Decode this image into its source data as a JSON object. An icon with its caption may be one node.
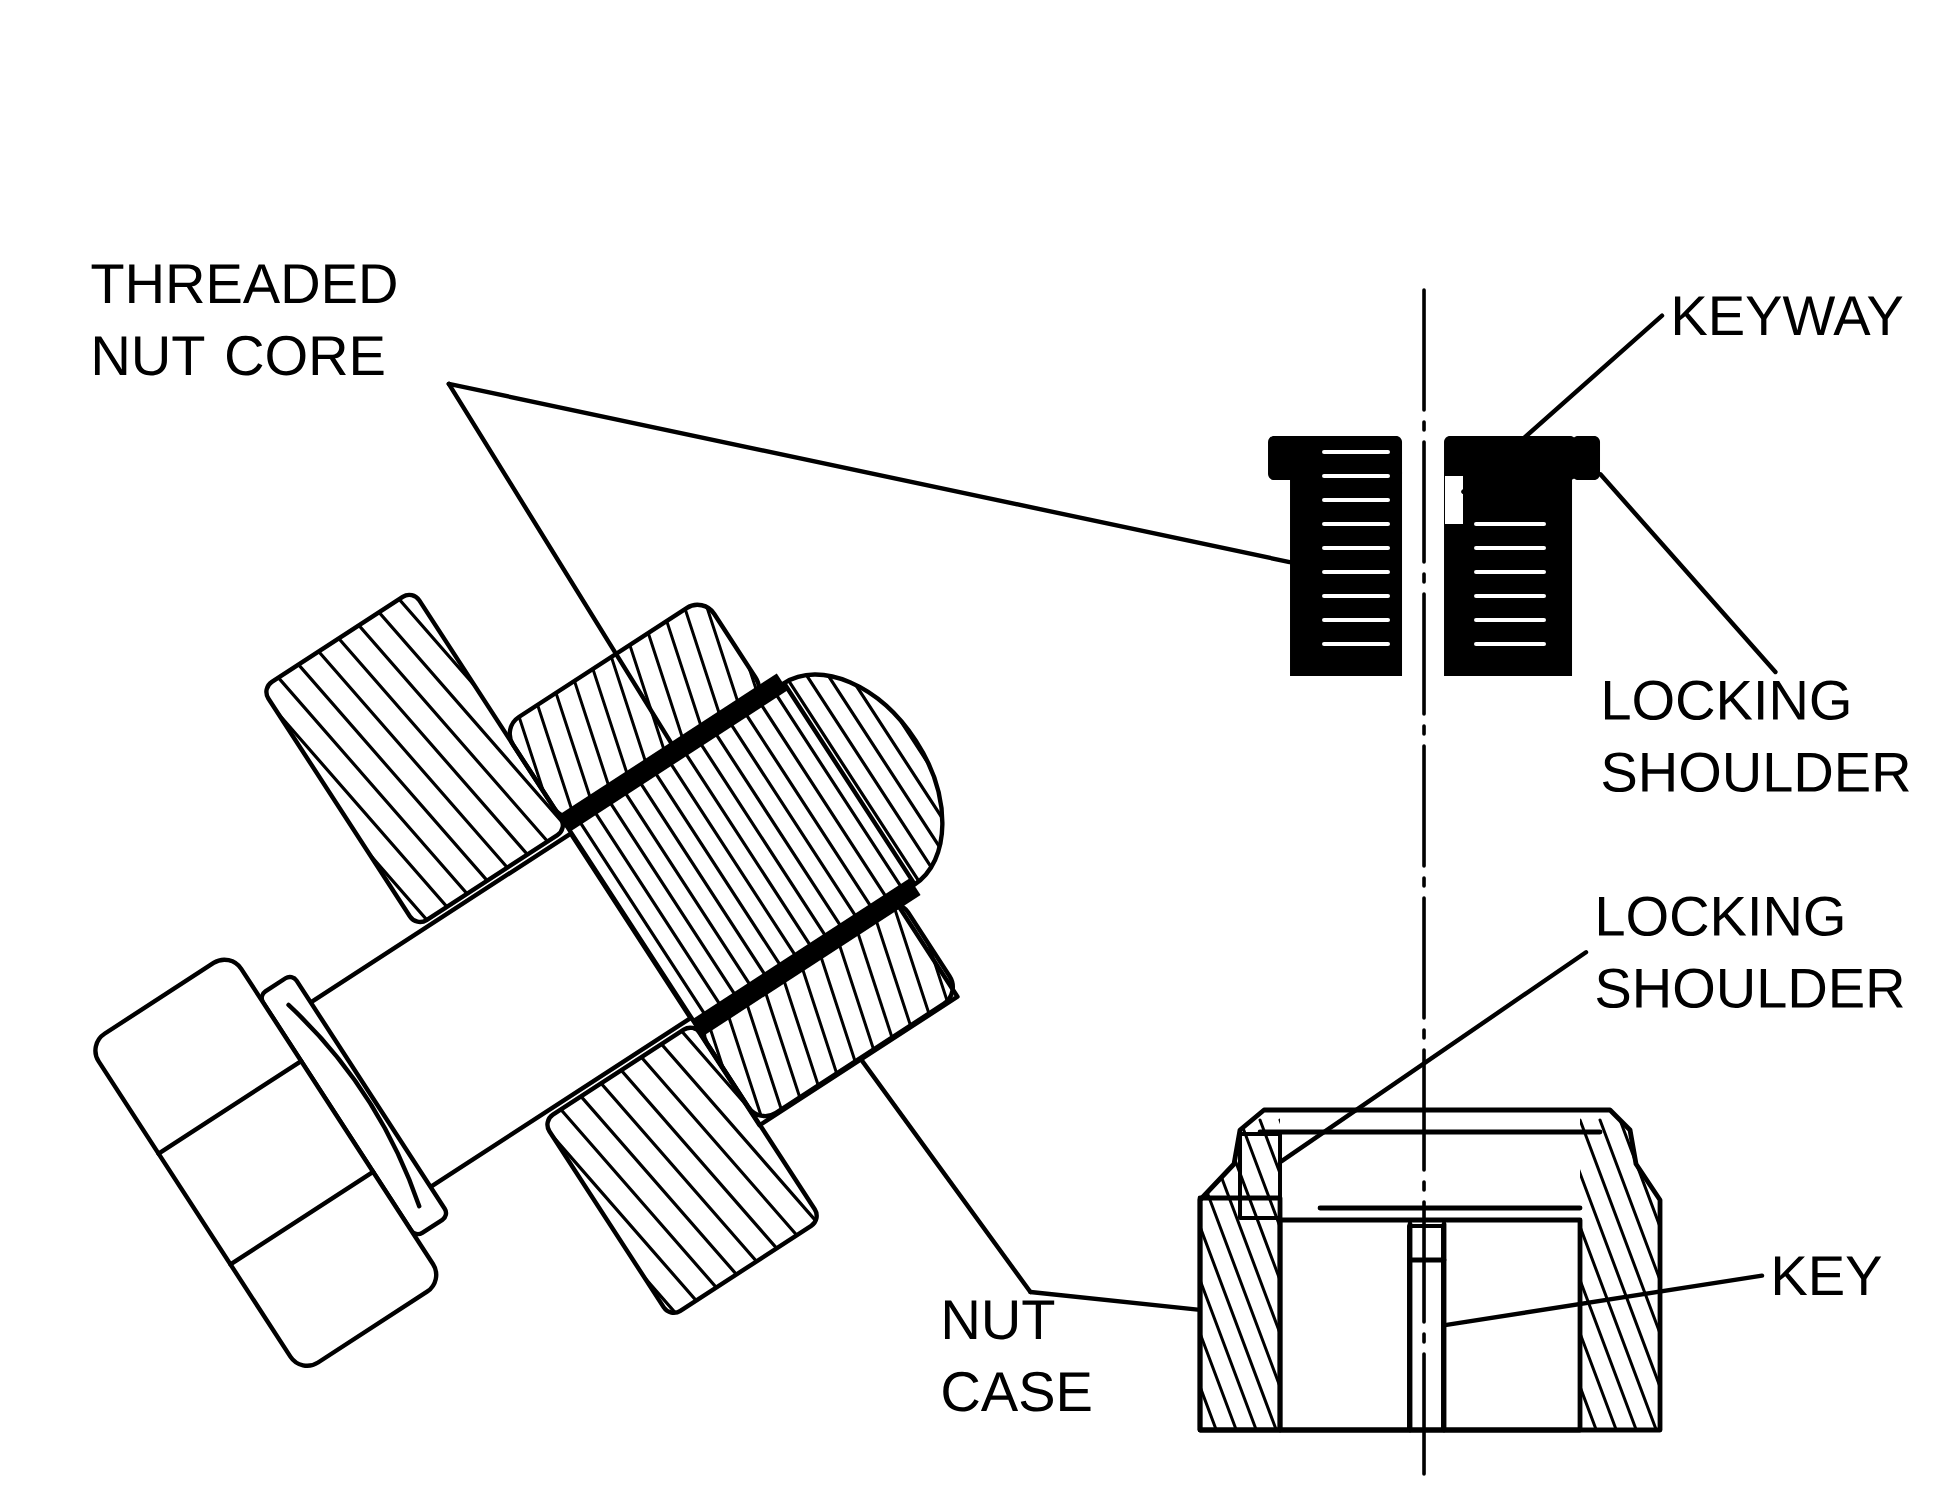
{
  "diagram": {
    "nodes": [
      {
        "text": [
          "THREADED NUT CORE"
        ]
      },
      {
        "text": [],
        "shape": "box"
      },
      {
        "text": [],
        "shape": "box"
      },
      {
        "text": [
          "KEYWAY"
        ]
      },
      {
        "text": [],
        "shape": "box"
      },
      {
        "text": [
          "LOCKING SHOULDER"
        ]
      },
      {
        "text": [],
        "shape": "box"
      },
      {
        "text": [
          "LOCKING SHOULDER"
        ]
      },
      {
        "text": [],
        "shape": "box"
      },
      {
        "text": [
          "NUT CASE"
        ]
      },
      {
        "text": [],
        "shape": "box"
      },
      {
        "text": [],
        "shape": "box"
      },
      {
        "text": [
          "KEY"
        ]
      },
      {
        "text": [],
        "shape": "box"
      }
    ],
    "edges": [
      {
        "from": 0,
        "to": 1,
        "arrow": "none"
      },
      {
        "from": 0,
        "to": 2,
        "arrow": "none"
      },
      {
        "from": 3,
        "to": 4,
        "arrow": "none"
      },
      {
        "from": 5,
        "to": 6,
        "arrow": "none"
      },
      {
        "from": 7,
        "to": 8,
        "arrow": "none"
      },
      {
        "from": 9,
        "to": 10,
        "arrow": "none"
      },
      {
        "from": 9,
        "to": 11,
        "arrow": "none"
      },
      {
        "from": 12,
        "to": 13,
        "arrow": "none"
      }
    ]
  }
}
